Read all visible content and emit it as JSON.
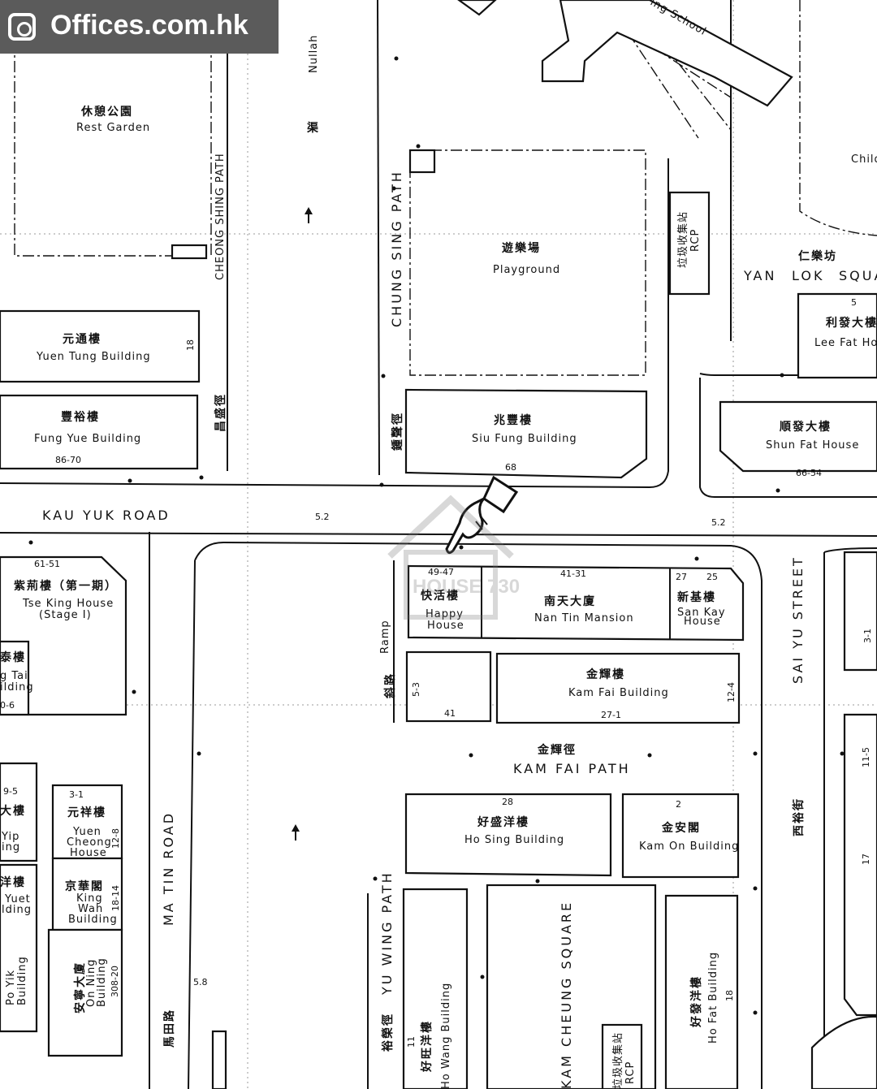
{
  "brand": {
    "logo_text": "Offices.com.hk",
    "watermark_text": "HOUSE 730",
    "logo_icon": "location-pin-icon"
  },
  "roads": {
    "kau_yuk": "KAU YUK ROAD",
    "ma_tin_en": "MA TIN ROAD",
    "ma_tin_zh": "馬田路",
    "sai_yu_en": "SAI YU STREET",
    "sai_yu_zh": "西裕街",
    "kam_fai_en": "KAM FAI PATH",
    "kam_fai_zh": "金輝徑",
    "chung_sing_en": "CHUNG SING PATH",
    "chung_sing_zh": "鍾聲徑",
    "cheong_shing_en": "CHEONG SHING PATH",
    "cheong_shing_zh": "昌盛徑",
    "yu_wing_en": "YU WING PATH",
    "yu_wing_zh": "裕榮徑",
    "kam_cheung_en": "KAM CHEUNG SQUARE",
    "yan_lok_zh": "仁樂坊",
    "yan_lok_a": "YAN",
    "yan_lok_b": "LOK",
    "yan_lok_c": "SQUA",
    "ramp_en": "Ramp",
    "ramp_zh": "斜路",
    "nullah_en": "Nullah",
    "nullah_zh": "渠"
  },
  "places": {
    "rest_garden": {
      "zh": "休憩公園",
      "en": "Rest Garden"
    },
    "playground": {
      "zh": "遊樂場",
      "en": "Playground"
    },
    "school": "ing School",
    "child": "Child",
    "rcp_top": {
      "zh": "垃圾收集站",
      "en": "RCP"
    },
    "rcp_bottom": {
      "zh": "垃圾收集站",
      "en": "RCP"
    }
  },
  "buildings": {
    "yuen_tung": {
      "zh": "元通樓",
      "en": "Yuen Tung Building",
      "no": "18"
    },
    "fung_yue": {
      "zh": "豐裕樓",
      "en": "Fung Yue Building",
      "no": "86-70"
    },
    "siu_fung": {
      "zh": "兆豐樓",
      "en": "Siu Fung Building",
      "no": "68"
    },
    "lee_fat": {
      "zh": "利發大樓",
      "en": "Lee Fat Ho",
      "no": "5"
    },
    "shun_fat": {
      "zh": "順發大樓",
      "en": "Shun Fat House",
      "no": "66-54"
    },
    "tse_king": {
      "zh": "紫荊樓（第一期）",
      "en": "Tse King House",
      "en2": "(Stage I)",
      "no": "61-51"
    },
    "tai_partial": {
      "zh": "泰樓",
      "en": "g Tai",
      "en2": "ilding",
      "no": "0-6"
    },
    "happy_house": {
      "zh": "快活樓",
      "en": "Happy",
      "en2": "House",
      "no": "49-47"
    },
    "nan_tin": {
      "zh": "南天大廈",
      "en": "Nan Tin Mansion",
      "no": "41-31"
    },
    "san_kay": {
      "zh": "新基樓",
      "en": "San Kay",
      "en2": "House",
      "no_a": "27",
      "no_b": "25"
    },
    "block_5_3": {
      "no": "5-3",
      "no2": "41"
    },
    "kam_fai": {
      "zh": "金輝樓",
      "en": "Kam Fai Building",
      "no": "27-1",
      "no2": "12-4"
    },
    "ho_sing": {
      "zh": "好盛洋樓",
      "en": "Ho Sing Building",
      "no": "28"
    },
    "kam_on": {
      "zh": "金安閣",
      "en": "Kam On Building",
      "no": "2"
    },
    "yuen_cheong": {
      "zh": "元祥樓",
      "en": "Yuen",
      "en2": "Cheong",
      "en3": "House",
      "no": "12-8",
      "no_top": "3-1"
    },
    "king_wah": {
      "zh": "京華閣",
      "en": "King",
      "en2": "Wah",
      "en3": "Building",
      "no": "18-14"
    },
    "on_ning": {
      "zh": "安寧大廈",
      "en": "On Ning",
      "en2": "Building",
      "no": "308-20"
    },
    "yip_partial": {
      "zh": "大樓",
      "en": "Yip",
      "en2": "ing",
      "no": "9-5"
    },
    "yuet_partial": {
      "zh": "洋樓",
      "en": "Yuet",
      "en2": "lding"
    },
    "po_yik": {
      "en": "Po Yik",
      "en2": "Building"
    },
    "ho_wang": {
      "zh": "好旺洋樓",
      "en": "Ho Wang Building",
      "no": "11"
    },
    "ho_fat": {
      "zh": "好發洋樓",
      "en": "Ho Fat Building",
      "no": "18"
    }
  },
  "right_numbers": {
    "a": "3-1",
    "b": "11-5",
    "c": "17"
  },
  "levels": {
    "a": "5.2",
    "b": "5.2",
    "c": "5.8"
  },
  "pointer_icon": "pointing-hand-icon"
}
